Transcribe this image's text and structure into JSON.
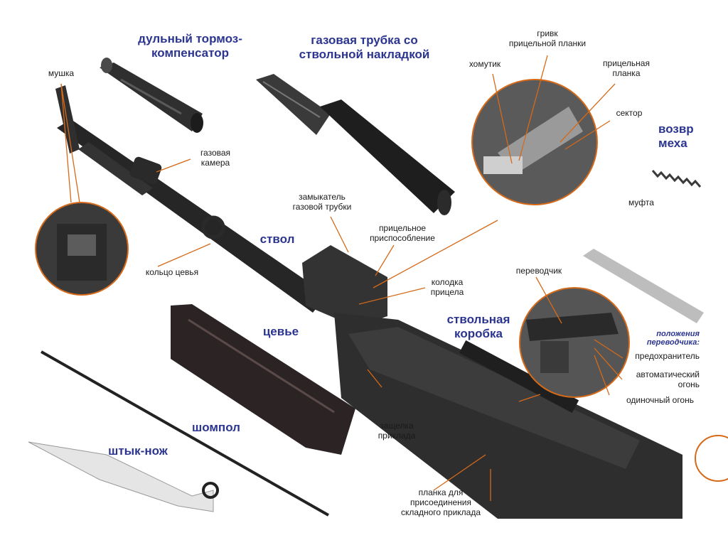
{
  "headings": {
    "muzzle_brake": "дульный тормоз-\nкомпенсатор",
    "gas_tube": "газовая трубка со\nствольной накладкой",
    "barrel": "ствол",
    "handguard": "цевье",
    "receiver": "ствольная\nкоробка",
    "cleaning_rod": "шомпол",
    "bayonet": "штык-нож",
    "recoil_mechanism": "возвр\nмеха"
  },
  "labels": {
    "front_sight": "мушка",
    "gas_chamber": "газовая\nкамера",
    "handguard_ring": "кольцо цевья",
    "gas_tube_lock": "замыкатель\nгазовой трубки",
    "sight_assembly": "прицельное\nприспособление",
    "sight_base": "колодка\nприцела",
    "clamp": "хомутик",
    "sight_notch": "гривк\nприцельной планки",
    "sight_leaf": "прицельная\nпланка",
    "sector": "сектор",
    "coupling": "муфта",
    "selector": "переводчик",
    "safety": "предохранитель",
    "auto_fire": "автоматический\nогонь",
    "single_fire": "одиночный огонь",
    "stock_latch": "защелка\nприклада",
    "stock_rail": "планка для\nприсоединения\nскладного приклада"
  },
  "selector_positions_title": "положения\nпереводчика:",
  "colors": {
    "heading": "#2b3590",
    "leader": "#d56a1a",
    "metal": "#262626"
  }
}
